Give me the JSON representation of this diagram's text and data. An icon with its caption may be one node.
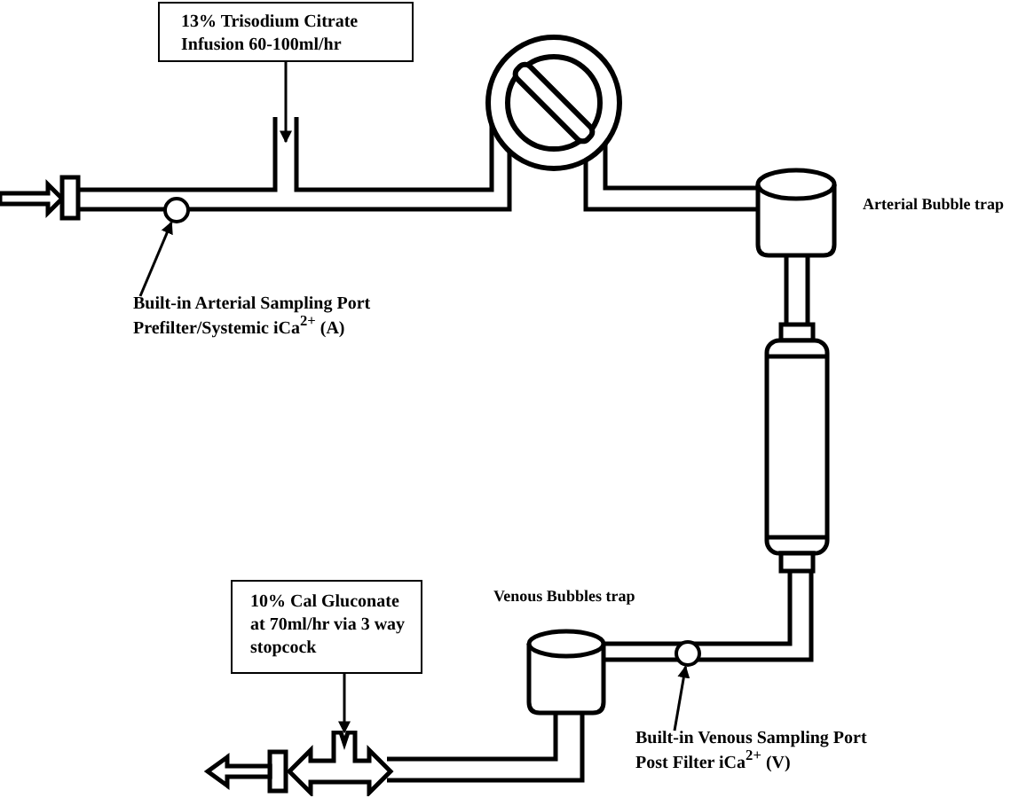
{
  "diagram": {
    "nodes": [
      {
        "text": [
          "13% Trisodium Citrate Infusion 60-100ml/hr"
        ]
      },
      {
        "text": [
          "Built-in Arterial Sampling Port Prefilter/Systemic iCa$^{2+}$ (A)"
        ]
      },
      {
        "text": [],
        "shape": "circle"
      },
      {
        "text": [
          "10% Cal Gluconate at 70ml/hr via 3 way stopcock"
        ]
      },
      {
        "text": [
          "Built-in Venous Sampling Port Post Filter iCa$^{2+}$ (V)"
        ]
      },
      {
        "text": [],
        "shape": "circle"
      },
      {
        "text": [],
        "shape": "valve"
      }
    ],
    "edges": [
      {
        "from": 0,
        "to": null,
        "arrow": "to"
      },
      {
        "from": 1,
        "to": 2,
        "arrow": "to"
      },
      {
        "from": 3,
        "to": 6,
        "arrow": "to"
      },
      {
        "from": 4,
        "to": 5,
        "arrow": "to"
      }
    ],
    "labels": [
      "Arterial Bubble trap",
      "Venous Bubbles trap"
    ]
  }
}
